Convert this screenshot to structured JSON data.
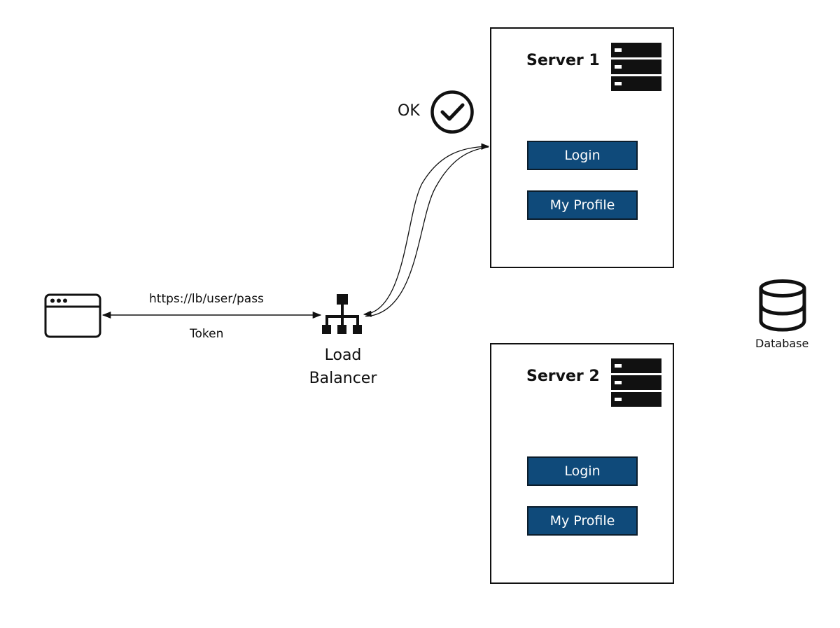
{
  "client": {
    "icon": "browser-window-icon"
  },
  "edge": {
    "request_label": "https://lb/user/pass",
    "response_label": "Token"
  },
  "load_balancer": {
    "icon": "network-hierarchy-icon",
    "label_line1": "Load",
    "label_line2": "Balancer"
  },
  "status": {
    "label": "OK",
    "icon": "check-circle-icon"
  },
  "servers": [
    {
      "title": "Server 1",
      "icon": "server-rack-icon",
      "buttons": {
        "login": "Login",
        "profile": "My Profile"
      }
    },
    {
      "title": "Server 2",
      "icon": "server-rack-icon",
      "buttons": {
        "login": "Login",
        "profile": "My Profile"
      }
    }
  ],
  "database": {
    "icon": "database-icon",
    "label": "Database"
  },
  "colors": {
    "button_fill": "#0f4a7a",
    "button_border": "#0b1d2c",
    "stroke": "#111111"
  }
}
